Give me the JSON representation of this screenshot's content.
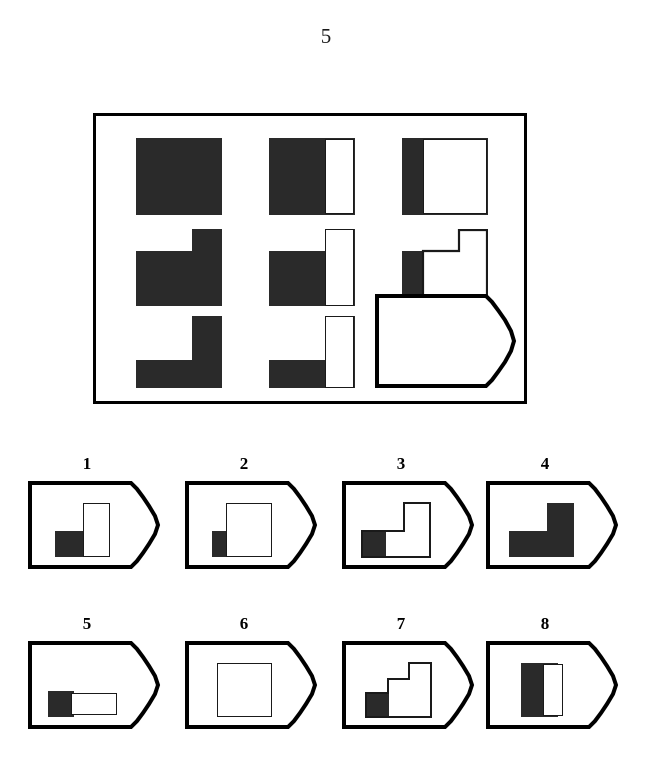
{
  "page": {
    "number": "5",
    "puzzle_type": "progressive-matrix",
    "colors": {
      "ink": "#000000",
      "fill_dark": "#2a2a2a",
      "fill_light": "#ffffff",
      "page_background": "#ffffff"
    }
  },
  "matrix": {
    "rows": 3,
    "columns": 3,
    "missing_cell": "row3-col3",
    "cells": [
      {
        "id": "row1-col1",
        "row": 1,
        "column": 1,
        "shape": "square",
        "description": "solid dark square",
        "fill": "dark",
        "light_portion": "none"
      },
      {
        "id": "row1-col2",
        "row": 1,
        "column": 2,
        "shape": "square",
        "description": "dark square with narrow white vertical band on right",
        "fill": "dark-with-light-right-third",
        "light_portion": "right-third"
      },
      {
        "id": "row1-col3",
        "row": 1,
        "column": 3,
        "shape": "square",
        "description": "dark square with wide white region, dark strip remains on left",
        "fill": "dark-with-light-right-two-thirds",
        "light_portion": "right-two-thirds"
      },
      {
        "id": "row2-col1",
        "row": 2,
        "column": 1,
        "shape": "notched-square",
        "description": "square with top-left notch removed, entirely dark",
        "fill": "dark",
        "light_portion": "none"
      },
      {
        "id": "row2-col2",
        "row": 2,
        "column": 2,
        "shape": "notched-square",
        "description": "notched square with narrow white vertical band on right",
        "fill": "dark-with-light-right-third",
        "light_portion": "right-third"
      },
      {
        "id": "row2-col3",
        "row": 2,
        "column": 3,
        "shape": "notched-square",
        "description": "notched square with wide white region, dark strip remains on left",
        "fill": "dark-with-light-right-two-thirds",
        "light_portion": "right-two-thirds"
      },
      {
        "id": "row3-col1",
        "row": 3,
        "column": 1,
        "shape": "l-shape",
        "description": "L shape of thin bottom bar and right vertical bar, entirely dark",
        "fill": "dark",
        "light_portion": "none"
      },
      {
        "id": "row3-col2",
        "row": 3,
        "column": 2,
        "shape": "l-shape",
        "description": "L shape with white vertical bar and dark bottom bar",
        "fill": "dark-with-light-right-third",
        "light_portion": "right-third"
      },
      {
        "id": "row3-col3",
        "row": 3,
        "column": 3,
        "shape": "empty",
        "description": "missing piece placeholder with pointed right edge",
        "fill": "none",
        "light_portion": "all"
      }
    ]
  },
  "options": {
    "count": 8,
    "items": [
      {
        "number": "1",
        "shape": "l-shape",
        "description": "white vertical bar with small dark square at bottom left",
        "fill": "dark-with-light-right-third"
      },
      {
        "number": "2",
        "shape": "square",
        "description": "large white square with small dark square at bottom left",
        "fill": "dark-with-light-right-two-thirds"
      },
      {
        "number": "3",
        "shape": "l-shape",
        "description": "L shape with dark left portion of bottom bar and white remainder",
        "fill": "dark-with-light-right-two-thirds"
      },
      {
        "number": "4",
        "shape": "l-shape",
        "description": "solid dark L shape",
        "fill": "dark"
      },
      {
        "number": "5",
        "shape": "horizontal-bar",
        "description": "horizontal bar with dark left portion and white right portion",
        "fill": "dark-with-light-right-two-thirds"
      },
      {
        "number": "6",
        "shape": "square",
        "description": "empty white square outline",
        "fill": "light"
      },
      {
        "number": "7",
        "shape": "notched-square",
        "description": "stepped notched shape with small dark square at bottom left",
        "fill": "dark-with-light-right-two-thirds"
      },
      {
        "number": "8",
        "shape": "vertical-bar",
        "description": "vertical bar with dark left portion and white right portion",
        "fill": "dark-with-light-right-third"
      }
    ]
  }
}
